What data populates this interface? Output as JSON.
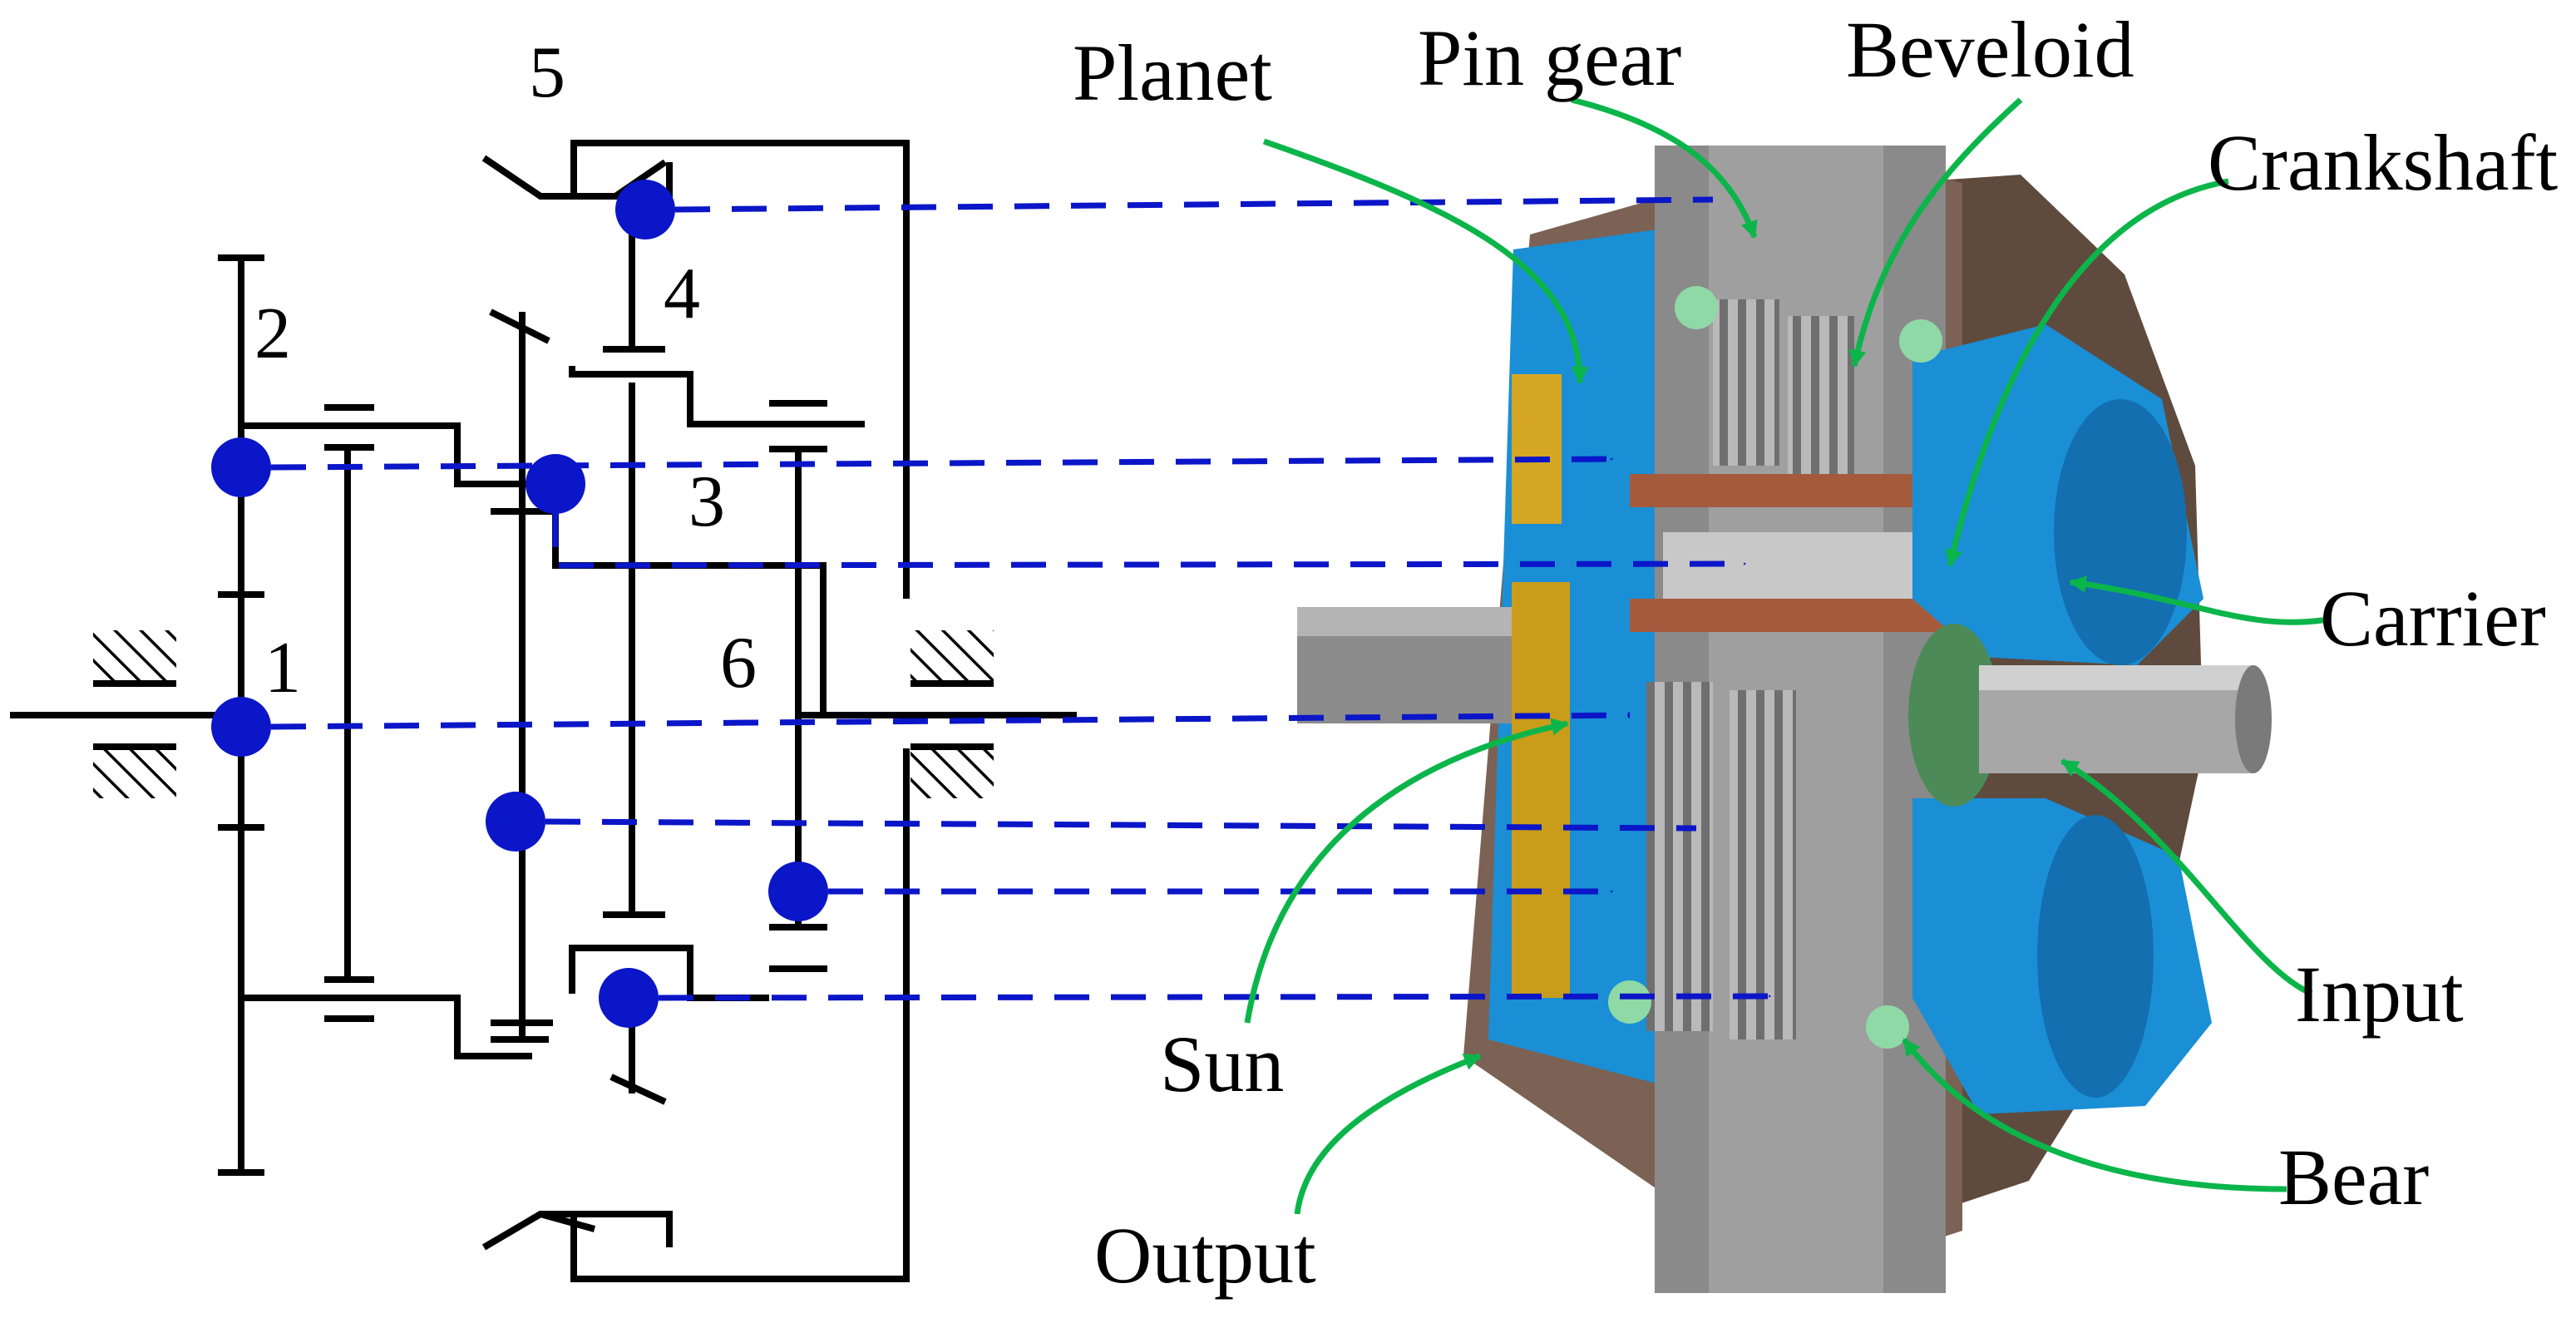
{
  "diagram": {
    "schematic_numbers": [
      "1",
      "2",
      "3",
      "4",
      "5",
      "6"
    ],
    "component_labels": {
      "planet": "Planet",
      "pin_gear": "Pin gear",
      "beveloid": "Beveloid",
      "crankshaft": "Crankshaft",
      "carrier": "Carrier",
      "input": "Input",
      "bear": "Bear",
      "sun": "Sun",
      "output": "Output"
    },
    "colors": {
      "schematic_lines": "#000000",
      "joint_dots": "#0b16c8",
      "mapping_arrows": "#0b16c8",
      "label_arrows": "#0bb54a",
      "housing": "#5f4a3e",
      "carrier_blue": "#1a8fd6",
      "gear_grey": "#a7a7a7",
      "bearing_green": "#8fd9a6"
    }
  }
}
